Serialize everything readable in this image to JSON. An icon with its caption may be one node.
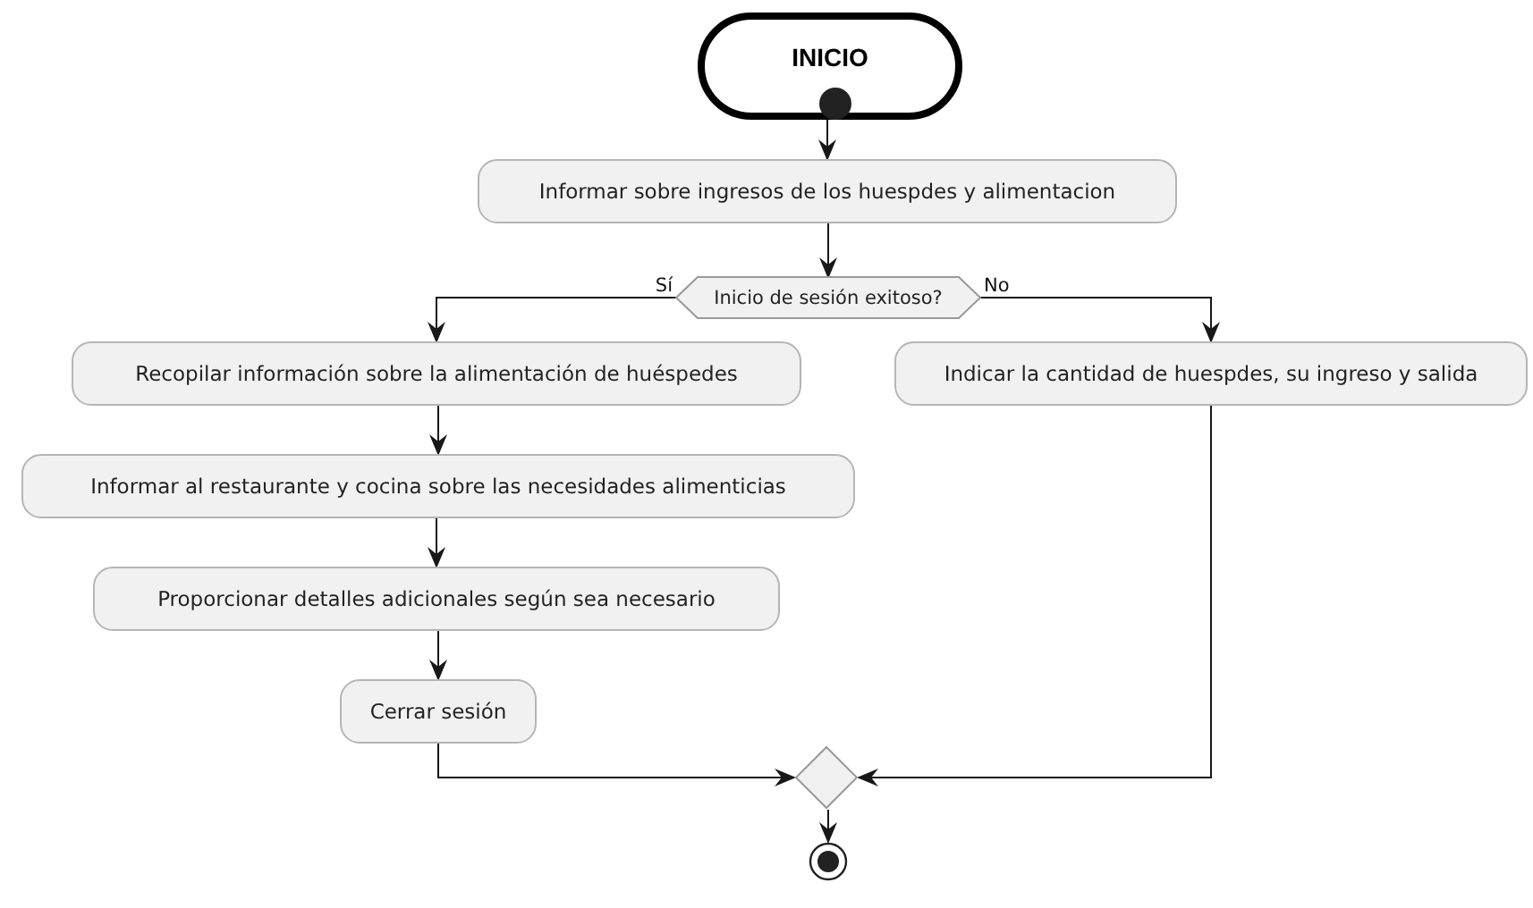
{
  "diagram": {
    "nodes": [
      {
        "text": [
          "INICIO"
        ]
      },
      {
        "text": [],
        "shape": "circle",
        "in": 0
      },
      {
        "text": [
          "Informar sobre ingresos de los huespdes y alimentacion"
        ]
      },
      {
        "text": [
          "Inicio de sesión exitoso?"
        ]
      },
      {
        "text": [
          "Recopilar información sobre la alimentación de huéspedes"
        ]
      },
      {
        "text": [
          "Indicar la cantidad de huespdes, su ingreso y salida"
        ]
      },
      {
        "text": [
          "Informar al restaurante y cocina sobre las necesidades alimenticias"
        ]
      },
      {
        "text": [
          "Proporcionar detalles adicionales según sea necesario"
        ]
      },
      {
        "text": [
          "Cerrar sesión"
        ]
      },
      {
        "text": [],
        "shape": "diamond"
      },
      {
        "text": [],
        "shape": "circle"
      }
    ],
    "edges": [
      {
        "from": 1,
        "to": 2,
        "arrow": "to"
      },
      {
        "from": 2,
        "to": 3,
        "arrow": "to"
      },
      {
        "from": 3,
        "to": 4,
        "arrow": "to",
        "label": "Sí"
      },
      {
        "from": 3,
        "to": 5,
        "arrow": "to",
        "label": "No"
      },
      {
        "from": 4,
        "to": 6,
        "arrow": "to"
      },
      {
        "from": 6,
        "to": 7,
        "arrow": "to"
      },
      {
        "from": 7,
        "to": 8,
        "arrow": "to"
      },
      {
        "from": 8,
        "to": 9,
        "arrow": "to"
      },
      {
        "from": 5,
        "to": 9,
        "arrow": "to"
      },
      {
        "from": 9,
        "to": 10,
        "arrow": "to"
      }
    ]
  }
}
